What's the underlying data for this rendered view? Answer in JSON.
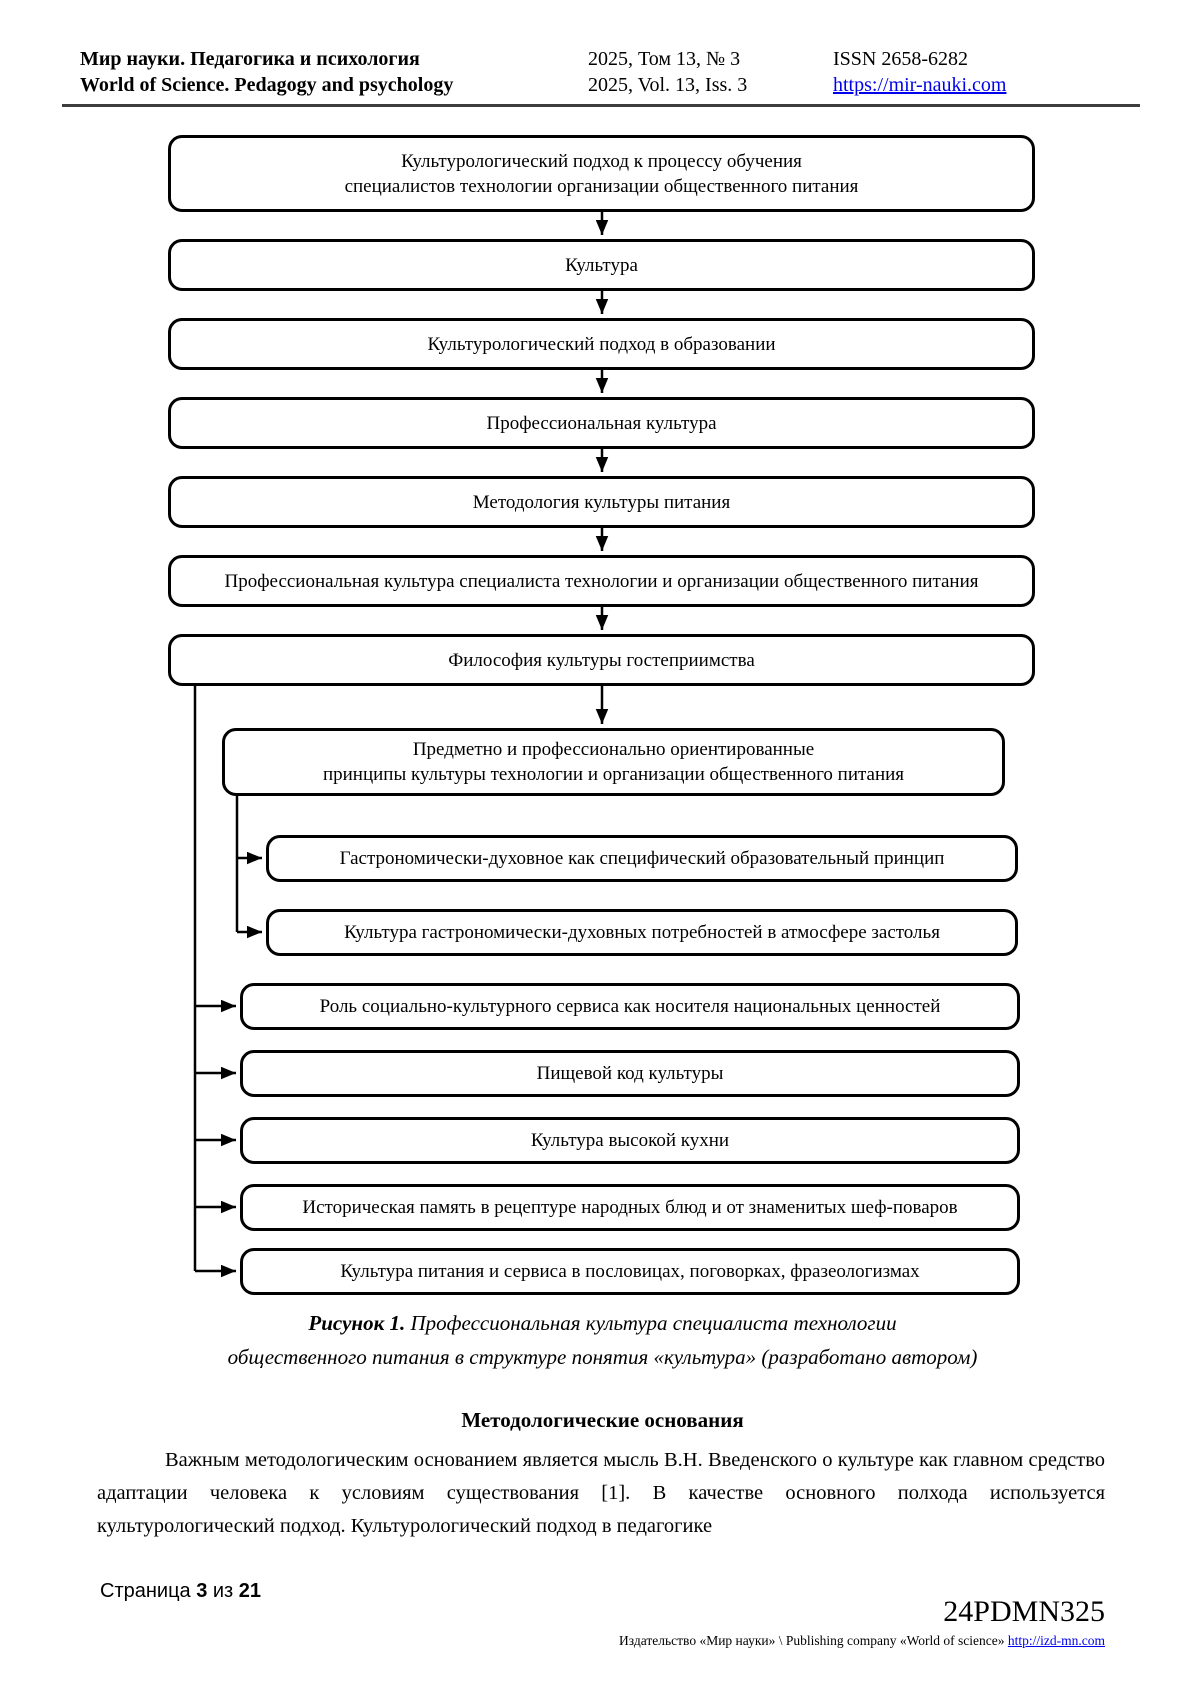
{
  "header": {
    "journal_title_ru": "Мир науки. Педагогика и психология",
    "journal_title_en": "World of Science. Pedagogy and psychology",
    "issue_ru": "2025, Том 13, № 3",
    "issue_en": "2025, Vol. 13, Iss. 3",
    "issn": "ISSN 2658-6282",
    "site_url": "https://mir-nauki.com"
  },
  "flowchart": {
    "boxes": [
      "Культурологический подход к процессу обучения\nспециалистов технологии организации общественного питания",
      "Культура",
      "Культурологический подход в образовании",
      "Профессиональная культура",
      "Методология культуры питания",
      "Профессиональная культура специалиста технологии и организации общественного питания",
      "Философия культуры гостеприимства",
      "Предметно и профессионально ориентированные\nпринципы культуры технологии и организации общественного питания",
      "Гастрономически-духовное как специфический образовательный принцип",
      "Культура гастрономически-духовных потребностей в атмосфере застолья",
      "Роль социально-культурного сервиса как носителя национальных ценностей",
      "Пищевой код культуры",
      "Культура высокой кухни",
      "Историческая память в рецептуре народных блюд и от знаменитых шеф-поваров",
      "Культура питания и сервиса в пословицах, поговорках, фразеологизмах"
    ]
  },
  "caption": {
    "label": "Рисунок 1.",
    "text": " Профессиональная культура специалиста технологии\nобщественного питания в структуре понятия «культура» (разработано автором)"
  },
  "section": {
    "heading": "Методологические основания",
    "paragraph": "Важным методологическим основанием является мысль В.Н. Введенского о культуре как главном средство адаптации человека к условиям существования [1]. В качестве основного полхода используется культурологический подход. Культурологический подход в педагогике"
  },
  "footer": {
    "page_label": "Страница ",
    "page_number": "3",
    "of_label": " из ",
    "total_pages": "21",
    "article_id": "24PDMN325",
    "publisher_text": "Издательство «Мир науки» \\ Publishing company «World of science» ",
    "publisher_url": "http://izd-mn.com"
  },
  "colors": {
    "text": "#000000",
    "link": "#0000EE",
    "rule": "#3d3d3d"
  }
}
